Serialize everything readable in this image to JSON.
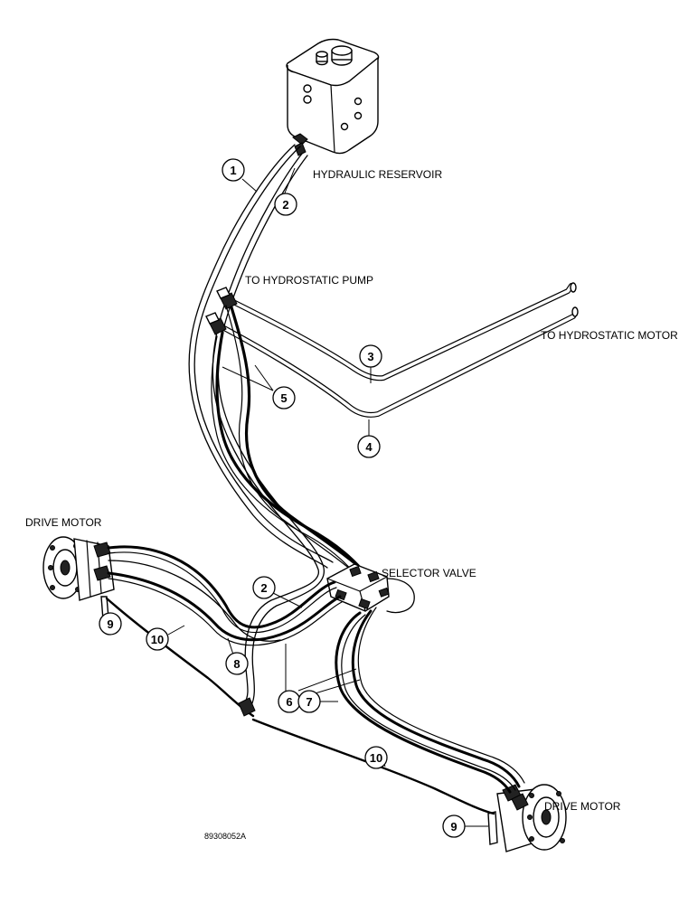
{
  "labels": {
    "hydraulic_reservoir": "HYDRAULIC RESERVOIR",
    "to_hydrostatic_pump": "TO HYDROSTATIC PUMP",
    "to_hydrostatic_motor": "TO HYDROSTATIC MOTOR",
    "drive_motor_left": "DRIVE MOTOR",
    "drive_motor_right": "DRIVE MOTOR",
    "selector_valve": "SELECTOR VALVE",
    "figure_code": "89308052A"
  },
  "callouts": {
    "c1": "1",
    "c2_top": "2",
    "c3": "3",
    "c4": "4",
    "c5": "5",
    "c2_mid": "2",
    "c6": "6",
    "c7": "7",
    "c8": "8",
    "c9_left": "9",
    "c10_left": "10",
    "c10_right": "10",
    "c9_right": "9"
  },
  "colors": {
    "line": "#000000",
    "background": "#ffffff"
  }
}
